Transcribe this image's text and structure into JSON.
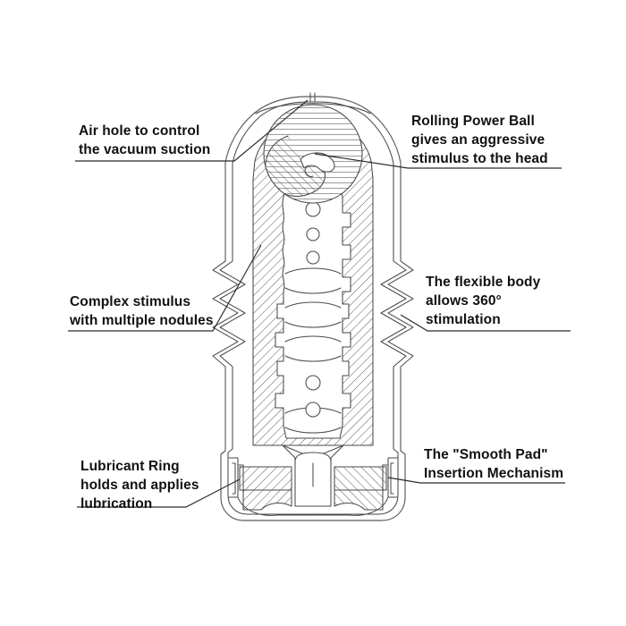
{
  "figure": {
    "title": "Cutaway cross-section diagram of a cylindrical sleeve device",
    "background_color": "#ffffff",
    "line_color": "#4a4a4a",
    "text_color": "#111111"
  },
  "callouts": [
    {
      "id": "air-hole",
      "side": "left",
      "lines": [
        "Air hole to control",
        "the vacuum suction"
      ],
      "target": "air hole slot at dome apex"
    },
    {
      "id": "rolling-power-ball",
      "side": "right",
      "lines": [
        "Rolling Power Ball",
        "gives an aggressive",
        "stimulus to the head"
      ],
      "target": "ball at head of chamber"
    },
    {
      "id": "complex-stimulus",
      "side": "left",
      "lines": [
        "Complex stimulus",
        "with multiple nodules"
      ],
      "target": "inner sleeve nodules"
    },
    {
      "id": "flexible-body",
      "side": "right",
      "lines": [
        "The flexible body",
        "allows 360°",
        "stimulation"
      ],
      "target": "bellows outer wall"
    },
    {
      "id": "lubricant-ring",
      "side": "left",
      "lines": [
        "Lubricant Ring",
        "holds and applies",
        "lubrication"
      ],
      "target": "base ring seal"
    },
    {
      "id": "smooth-pad",
      "side": "right",
      "lines": [
        "The \"Smooth Pad\"",
        "Insertion Mechanism"
      ],
      "target": "base pad mechanism"
    }
  ],
  "parts": {
    "outer_shell": "outer flexible casing",
    "bellows": "accordion bellows section",
    "dome": "rounded dome head",
    "air_hole": "air hole slot",
    "ball": "rolling power ball",
    "inner_sleeve": "hatched inner sleeve",
    "nodules": "nodule chambers",
    "base_pads": "smooth pad blocks",
    "base_ring": "lubricant ring"
  }
}
